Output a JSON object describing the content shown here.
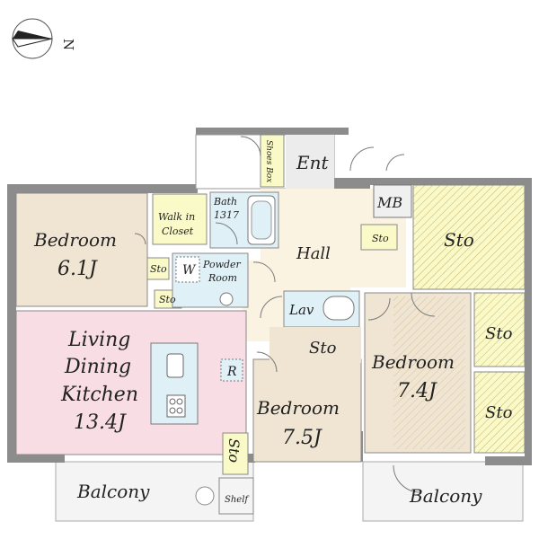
{
  "compass": {
    "direction_letter": "N"
  },
  "rooms": {
    "entrance": "Ent",
    "shoes_box": "Shoes Box",
    "bath": "Bath",
    "bath_size": "1317",
    "walk_in_closet_line1": "Walk in",
    "walk_in_closet_line2": "Closet",
    "bedroom_left": "Bedroom",
    "bedroom_left_size": "6.1J",
    "storage_small_left": "Sto",
    "storage_small_left2": "Sto",
    "washer": "W",
    "powder_room_line1": "Powder",
    "powder_room_line2": "Room",
    "hall": "Hall",
    "meter_box": "MB",
    "storage_hall": "Sto",
    "storage_large": "Sto",
    "lavatory": "Lav",
    "storage_mid": "Sto",
    "living_line1": "Living",
    "living_line2": "Dining",
    "living_line3": "Kitchen",
    "living_size": "13.4J",
    "refrigerator": "R",
    "bedroom_center": "Bedroom",
    "bedroom_center_size": "7.5J",
    "storage_vertical": "Sto",
    "bedroom_right": "Bedroom",
    "bedroom_right_size": "7.4J",
    "storage_right_top": "Sto",
    "storage_right_bottom": "Sto",
    "balcony_left": "Balcony",
    "balcony_right": "Balcony",
    "shelf": "Shelf"
  },
  "colors": {
    "bedroom_fill": "#efe5d2",
    "living_fill": "#f8dde4",
    "storage_fill": "#fafac8",
    "hall_fill": "#fbf3e2",
    "bath_fill": "#dff0f7",
    "wall": "#8c8c8c",
    "balcony_fill": "#f4f4f4"
  }
}
